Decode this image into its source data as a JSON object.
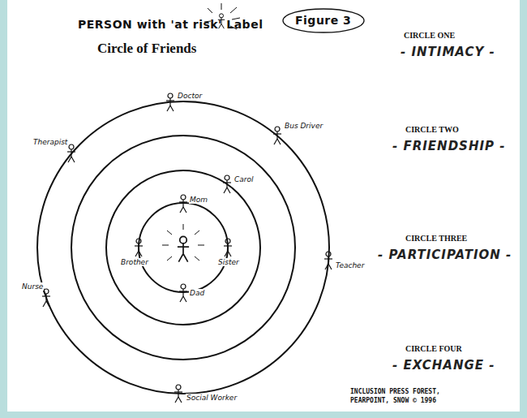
{
  "diagram": {
    "title": "Circle of Friends",
    "nodes": [
      {
        "text": [
          "Figure 3"
        ]
      }
    ],
    "labels": [
      "PERSON with 'at risk' Label",
      "CIRCLE ONE",
      "- INTIMACY -",
      "CIRCLE TWO",
      "- FRIENDSHIP -",
      "CIRCLE THREE",
      "- PARTICIPATION -",
      "CIRCLE FOUR",
      "- EXCHANGE -",
      "Mom",
      "Brother",
      "Sister",
      "Dad",
      "Carol",
      "Teacher",
      "Doctor",
      "Bus Driver",
      "Therapist",
      "Nurse",
      "Social Worker",
      "INCLUSION PRESS FOREST,",
      "PEARPOINT, SNOW © 1996"
    ]
  }
}
